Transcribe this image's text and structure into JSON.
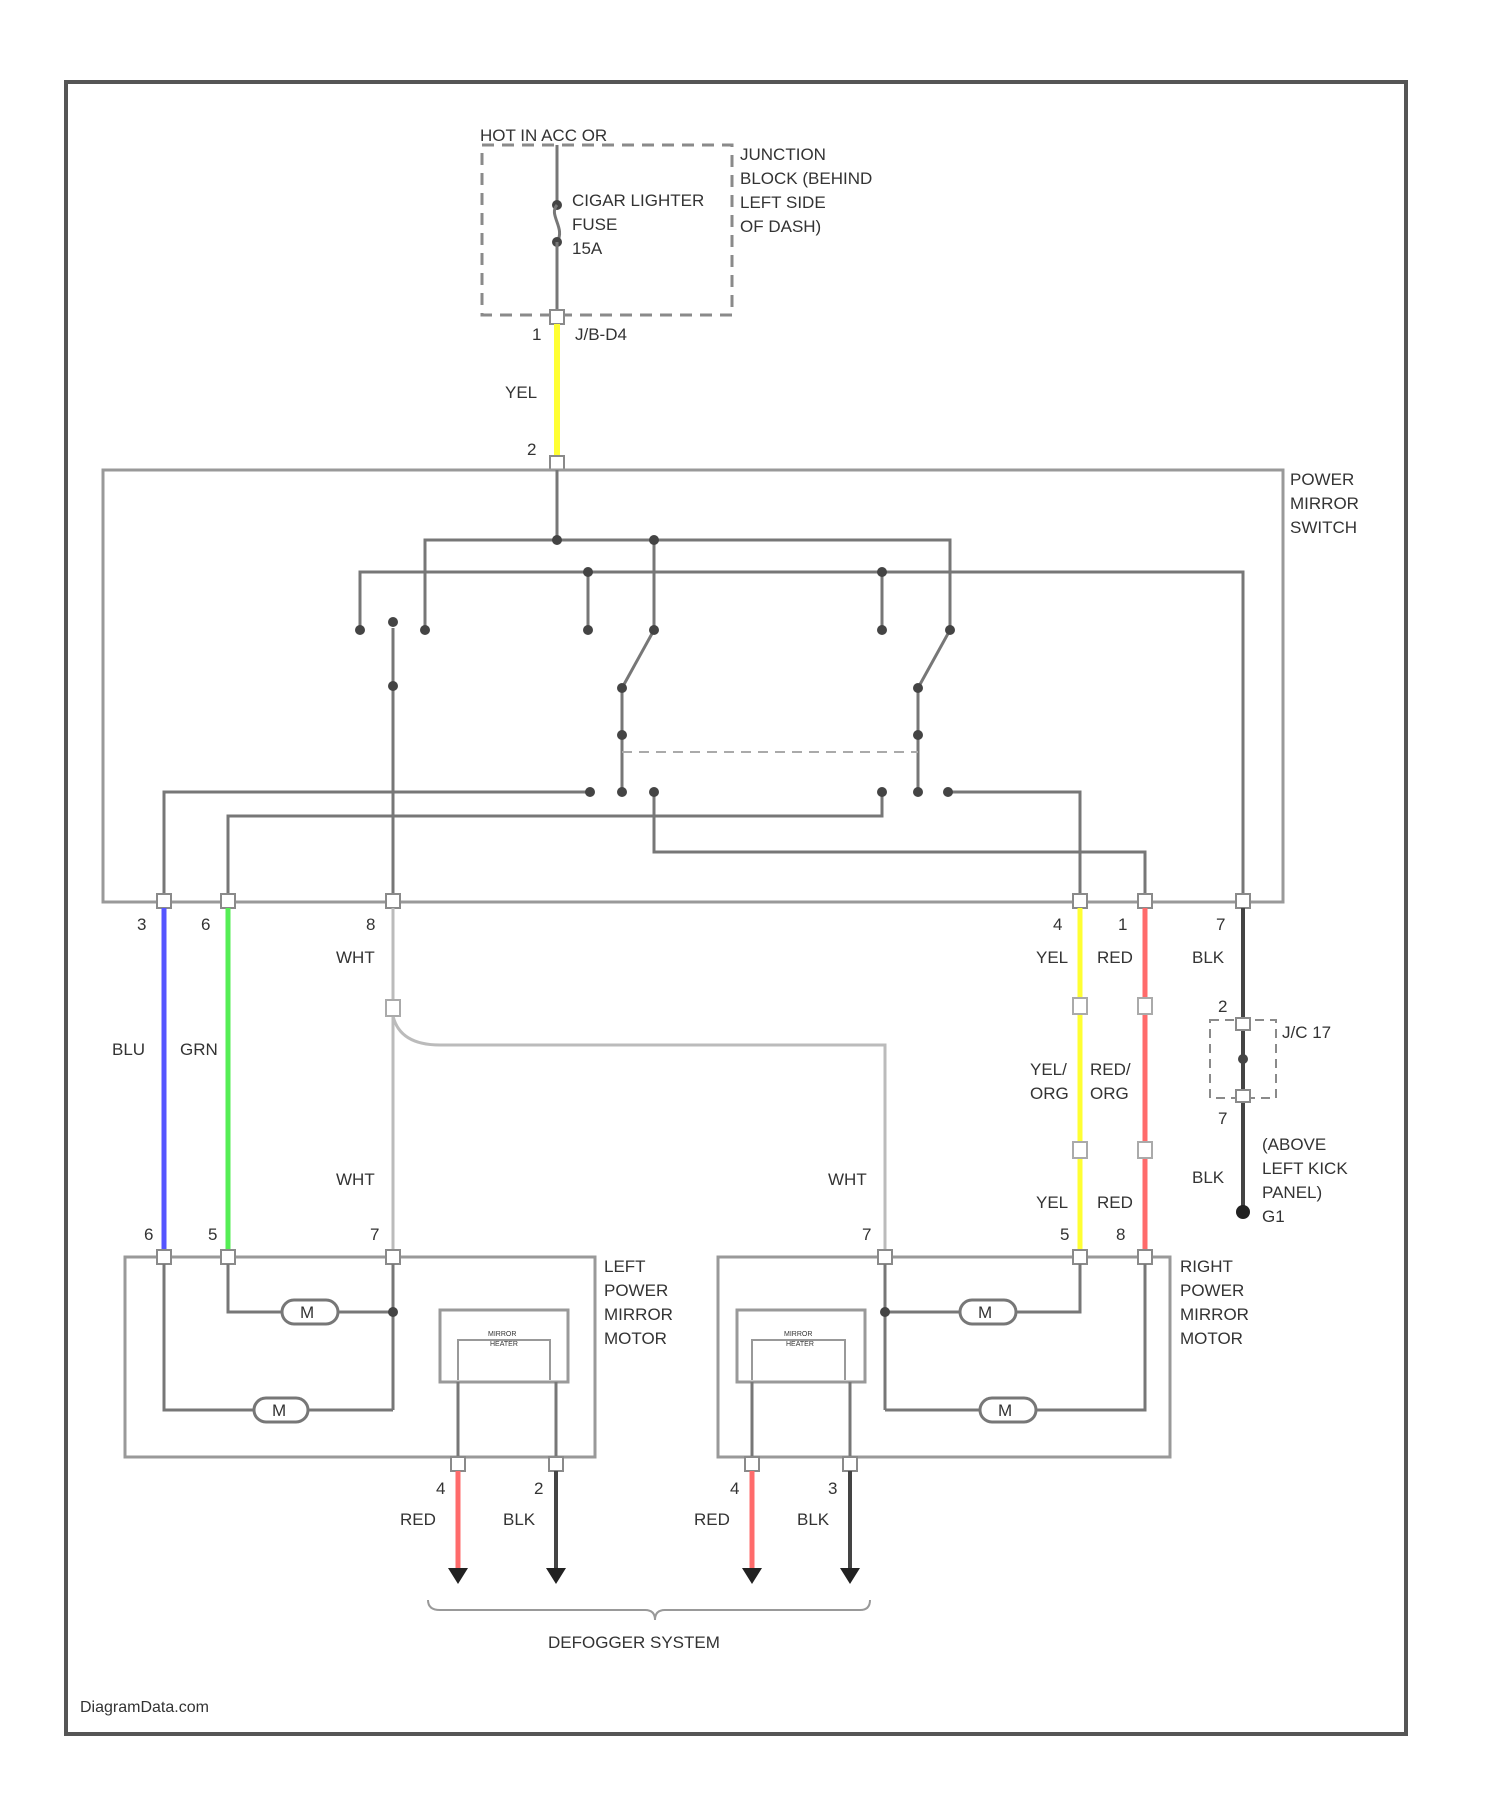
{
  "colors": {
    "frame": "#555555",
    "wire": "#777777",
    "wire_light": "#bbbbbb",
    "dash": "#8a8a8a",
    "yel": "#ffff33",
    "red": "#ff6b6b",
    "blu": "#5555ff",
    "grn": "#55ee55",
    "blk": "#444444"
  },
  "power_source": {
    "hot_label": "HOT IN ACC OR",
    "junction_block": [
      "JUNCTION",
      "BLOCK (BEHIND",
      "LEFT SIDE",
      "OF DASH)"
    ],
    "fuse": [
      "CIGAR LIGHTER",
      "FUSE",
      "15A"
    ],
    "fuse_pin": "1",
    "fuse_connector": "J/B-D4"
  },
  "feed_wire": {
    "color": "YEL",
    "switch_pin": "2"
  },
  "power_mirror_switch": {
    "title": [
      "POWER",
      "MIRROR",
      "SWITCH"
    ]
  },
  "switch_pins": {
    "p3": "3",
    "p6": "6",
    "p8": "8",
    "p4": "4",
    "p1": "1",
    "p7": "7"
  },
  "wire_labels": {
    "blu": "BLU",
    "grn": "GRN",
    "wht_upper": "WHT",
    "wht_left": "WHT",
    "wht_right": "WHT",
    "yel_upper": "YEL",
    "red_upper": "RED",
    "yel_org_1": "YEL/",
    "yel_org_2": "ORG",
    "red_org_1": "RED/",
    "red_org_2": "ORG",
    "yel_lower": "YEL",
    "red_lower": "RED",
    "blk_upper": "BLK",
    "blk_lower": "BLK"
  },
  "ground": {
    "connector": "J/C 17",
    "pin_top": "2",
    "pin_bottom": "7",
    "location": [
      "(ABOVE",
      "LEFT KICK",
      "PANEL)"
    ],
    "ground_id": "G1"
  },
  "left_mirror_motor": {
    "title": [
      "LEFT",
      "POWER",
      "MIRROR",
      "MOTOR"
    ],
    "pins": {
      "a": "6",
      "b": "5",
      "c": "7"
    },
    "motor_label": "M",
    "heater_label": [
      "MIRROR",
      "HEATER"
    ],
    "defog_pins": {
      "red": "4",
      "blk": "2"
    },
    "defog_wires": {
      "red": "RED",
      "blk": "BLK"
    }
  },
  "right_mirror_motor": {
    "title": [
      "RIGHT",
      "POWER",
      "MIRROR",
      "MOTOR"
    ],
    "pins": {
      "a": "7",
      "b": "5",
      "c": "8"
    },
    "motor_label": "M",
    "heater_label": [
      "MIRROR",
      "HEATER"
    ],
    "defog_pins": {
      "red": "4",
      "blk": "3"
    },
    "defog_wires": {
      "red": "RED",
      "blk": "BLK"
    }
  },
  "defogger_system": "DEFOGGER SYSTEM",
  "watermark": "DiagramData.com"
}
